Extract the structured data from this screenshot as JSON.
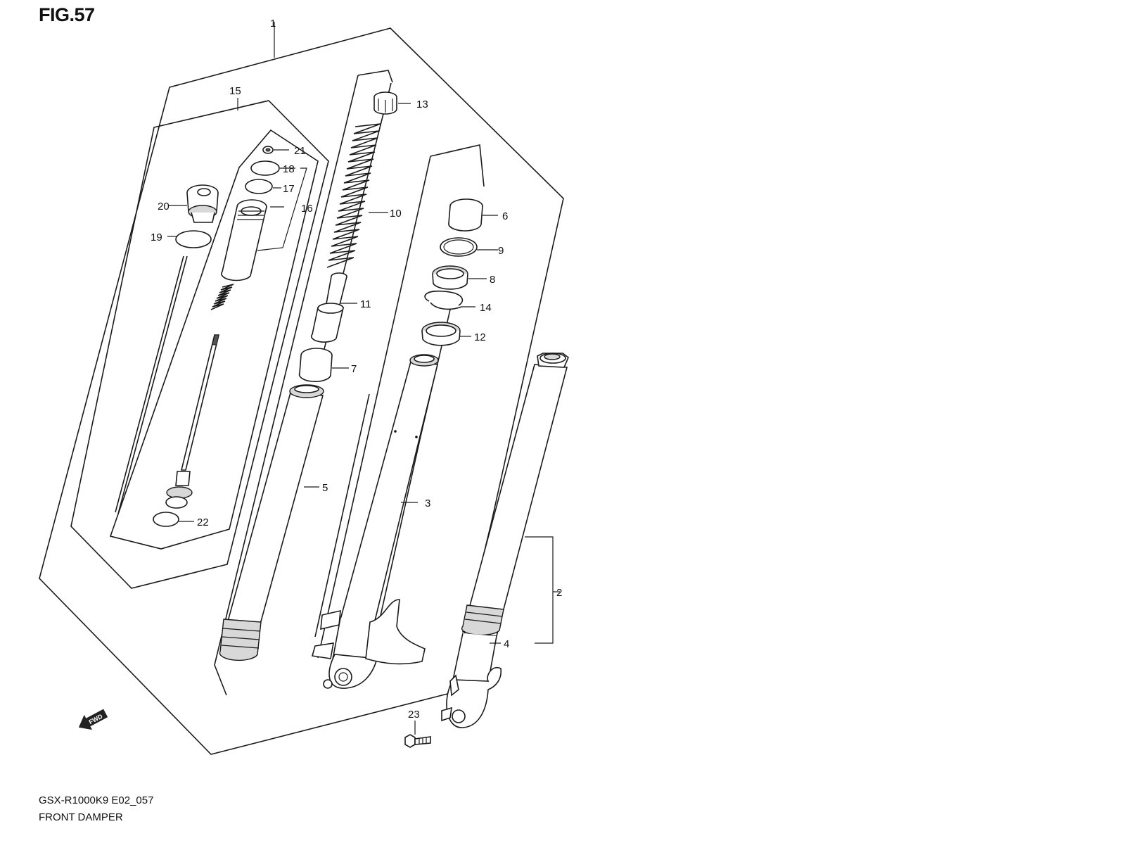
{
  "title": "FIG.57",
  "model_code": "GSX-R1000K9 E02_057",
  "caption": "FRONT DAMPER",
  "fwd_label": "FWD",
  "callouts": [
    "1",
    "2",
    "3",
    "4",
    "5",
    "6",
    "7",
    "8",
    "9",
    "10",
    "11",
    "12",
    "13",
    "14",
    "15",
    "16",
    "17",
    "18",
    "19",
    "20",
    "21",
    "22",
    "23"
  ]
}
